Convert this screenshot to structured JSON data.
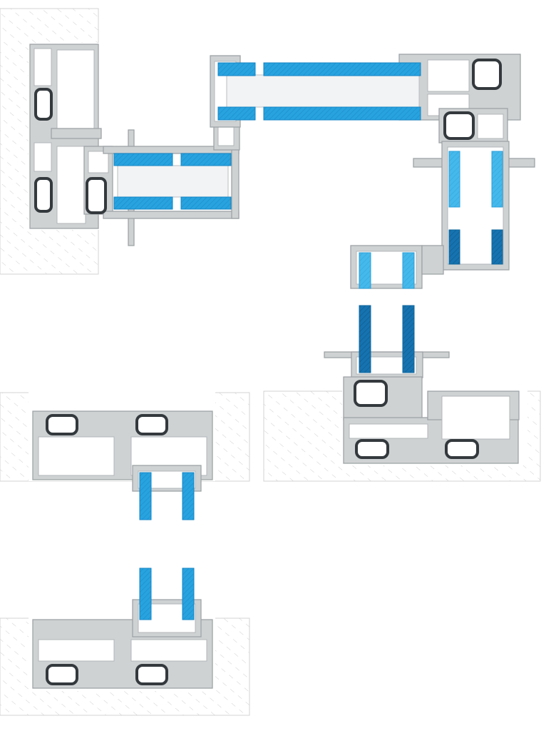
{
  "diagram": {
    "type": "aluminium window/door profile cross-section details",
    "text_labels": [],
    "colors": {
      "aluminium": "#cfd2d3",
      "aluminium_outline": "#9ea3a6",
      "glass": "#28a3e0",
      "glass_dark": "#1673b0",
      "glass_light": "#46b9ec",
      "thermal_break": "#33393d",
      "wall_hatch": "#d0d0d0",
      "background": "#ffffff"
    },
    "details": [
      {
        "id": "corner-detail",
        "shows": [
          "wall",
          "frame-profile",
          "insulated-glass-unit",
          "thermal-breaks"
        ]
      },
      {
        "id": "sliding-head-sill-detail",
        "shows": [
          "frame-profile",
          "sash",
          "glass",
          "thermal-breaks"
        ]
      },
      {
        "id": "vertical-section-detail",
        "shows": [
          "wall",
          "frame-profile",
          "sash",
          "glass",
          "thermal-breaks"
        ]
      },
      {
        "id": "floor-threshold-detail",
        "shows": [
          "wall",
          "frame-profile",
          "glass",
          "thermal-breaks"
        ]
      }
    ]
  }
}
